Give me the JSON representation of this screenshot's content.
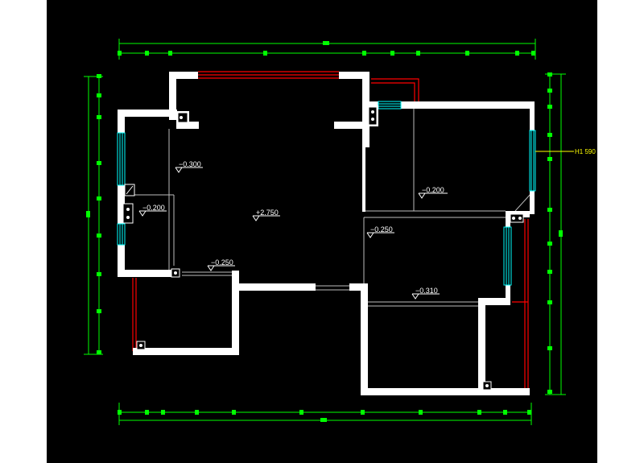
{
  "colors": {
    "background": "#000000",
    "wall": "#ffffff",
    "dimension": "#00ff00",
    "window": "#00ffff",
    "rail": "#ff0000",
    "leader": "#ffff00"
  },
  "levels": {
    "l_0300": "−0.300",
    "l_0200_left": "−0.200",
    "l_2750": "+2.750",
    "l_0250_low": "−0.250",
    "l_0200_right": "−0.200",
    "l_0250_mid": "−0.250",
    "l_0310": "−0.310"
  },
  "annotation": {
    "height_tag": "H1 590"
  }
}
